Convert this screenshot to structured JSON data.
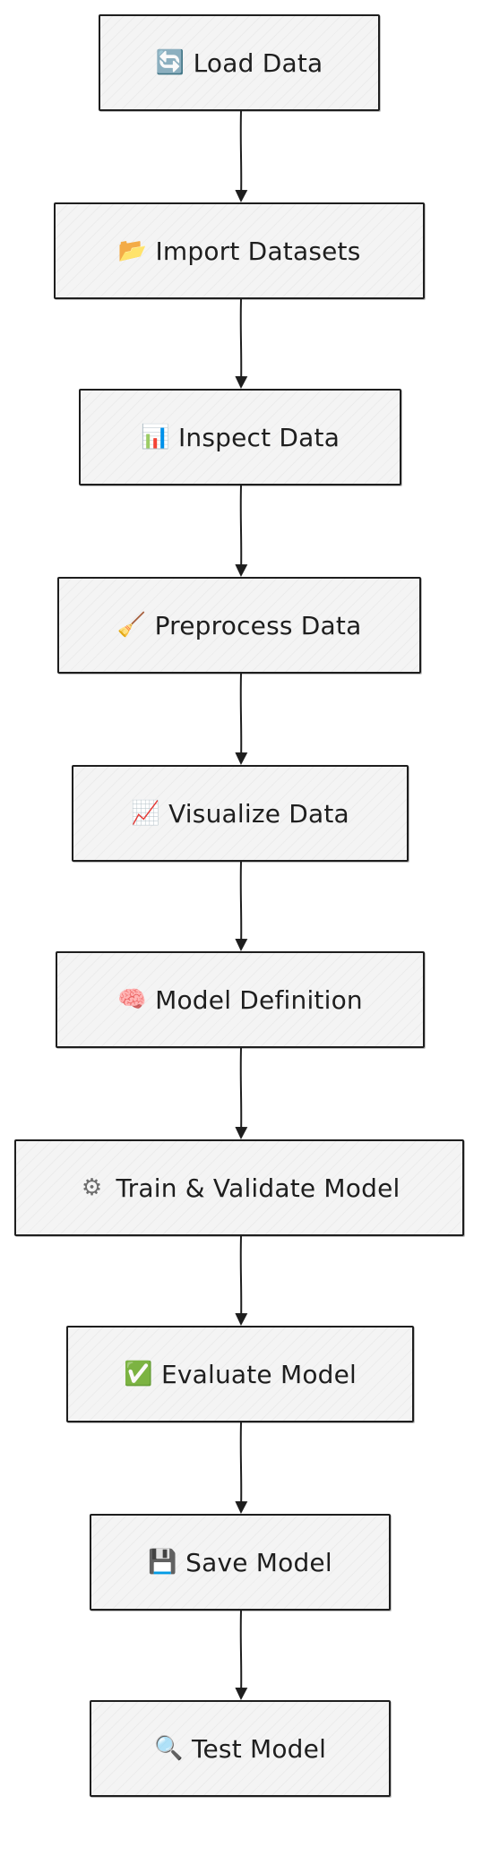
{
  "nodes": [
    {
      "id": "load-data",
      "label": "Load Data",
      "icon": "refresh-icon",
      "glyph": "🔄",
      "color": "#4a7fd6"
    },
    {
      "id": "import-datasets",
      "label": "Import Datasets",
      "icon": "folder-icon",
      "glyph": "📂",
      "color": "#5b6b7a"
    },
    {
      "id": "inspect-data",
      "label": "Inspect Data",
      "icon": "bar-chart-icon",
      "glyph": "📊",
      "color": "#2f7d32"
    },
    {
      "id": "preprocess-data",
      "label": "Preprocess Data",
      "icon": "broom-icon",
      "glyph": "🧹",
      "color": "#b07a2a"
    },
    {
      "id": "visualize-data",
      "label": "Visualize Data",
      "icon": "chart-increasing-icon",
      "glyph": "📈",
      "color": "#d33b3b"
    },
    {
      "id": "model-definition",
      "label": "Model Definition",
      "icon": "brain-icon",
      "glyph": "🧠",
      "color": "#e27aa0"
    },
    {
      "id": "train-validate-model",
      "label": "Train & Validate Model",
      "icon": "gear-icon",
      "glyph": "⚙",
      "color": "#6d6d6d"
    },
    {
      "id": "evaluate-model",
      "label": "Evaluate Model",
      "icon": "check-mark-icon",
      "glyph": "✅",
      "color": "#2e9e3e"
    },
    {
      "id": "save-model",
      "label": "Save Model",
      "icon": "floppy-disk-icon",
      "glyph": "💾",
      "color": "#3a3a3a"
    },
    {
      "id": "test-model",
      "label": "Test Model",
      "icon": "magnifying-glass-icon",
      "glyph": "🔍",
      "color": "#4a4a4a"
    }
  ],
  "edges": [
    {
      "from": "load-data",
      "to": "import-datasets"
    },
    {
      "from": "import-datasets",
      "to": "inspect-data"
    },
    {
      "from": "inspect-data",
      "to": "preprocess-data"
    },
    {
      "from": "preprocess-data",
      "to": "visualize-data"
    },
    {
      "from": "visualize-data",
      "to": "model-definition"
    },
    {
      "from": "model-definition",
      "to": "train-validate-model"
    },
    {
      "from": "train-validate-model",
      "to": "evaluate-model"
    },
    {
      "from": "evaluate-model",
      "to": "save-model"
    },
    {
      "from": "save-model",
      "to": "test-model"
    }
  ],
  "colors": {
    "stroke": "#1e1e1e",
    "node_fill": "#f4f4f4",
    "background": "#ffffff"
  }
}
